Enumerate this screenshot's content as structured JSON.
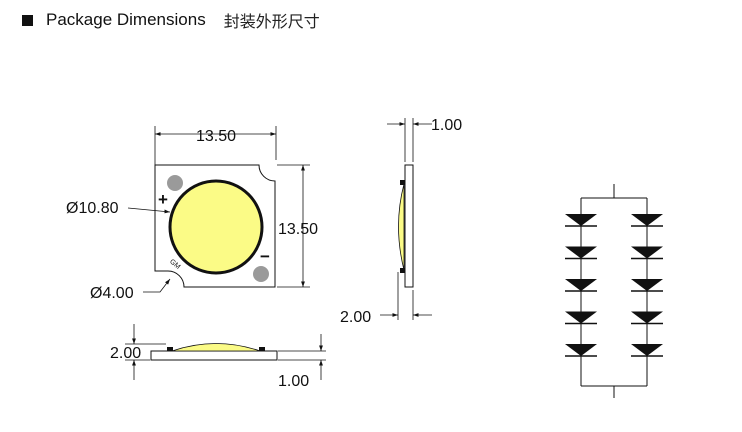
{
  "header": {
    "title_en": "Package Dimensions",
    "title_cn": "封装外形尺寸"
  },
  "dimensions": {
    "top_width": "13.50",
    "side_height": "13.50",
    "led_diameter": "Ø10.80",
    "hole_diameter": "Ø4.00",
    "side_thickness": "1.00",
    "side_height_total": "2.00",
    "bottom_height": "2.00",
    "bottom_thickness": "1.00"
  },
  "markings": {
    "plus": "+",
    "minus": "−",
    "logo": "GM"
  },
  "circuit": {
    "columns": 2,
    "leds_per_column": 5
  },
  "colors": {
    "led_emitter": "#fbfb86",
    "solder_pad": "#9a9a9a",
    "line": "#111111",
    "diode": "#111111"
  }
}
